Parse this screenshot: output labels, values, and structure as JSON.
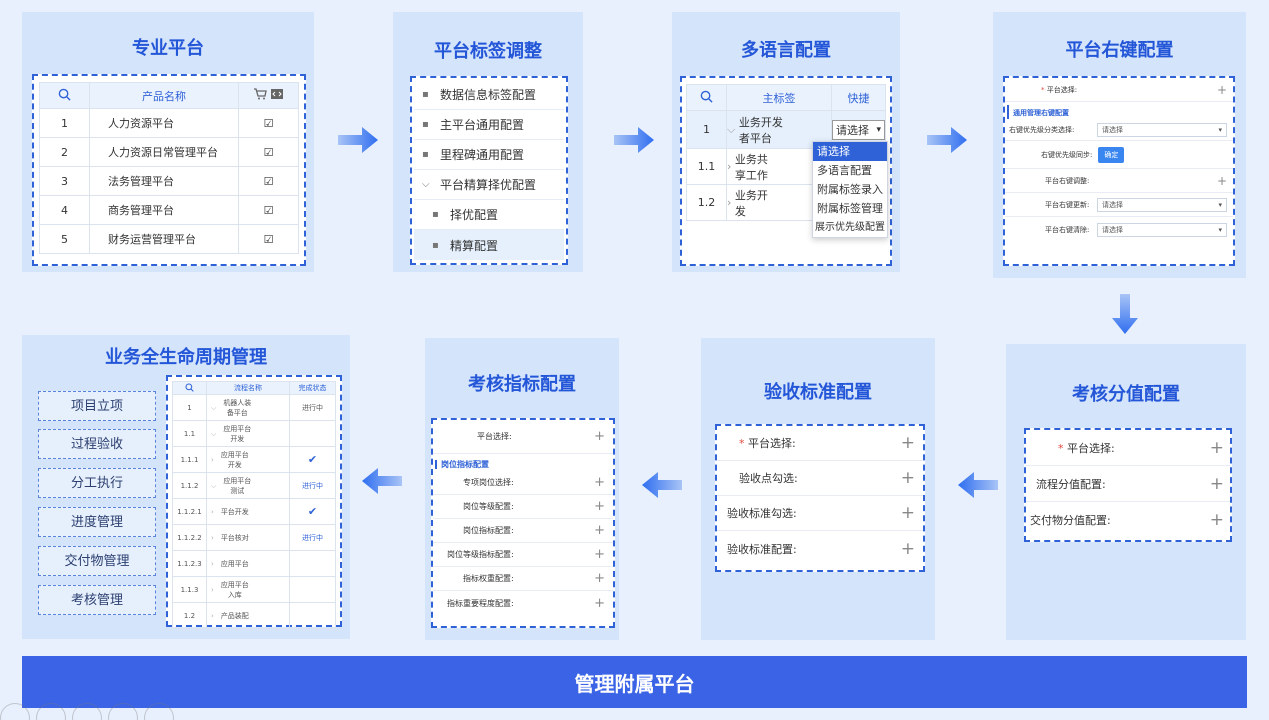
{
  "colors": {
    "accent": "#2f62d6",
    "bar": "#3a63e6",
    "panel": "#d4e4fb",
    "check": "#2f62d6",
    "required": "#e0463d"
  },
  "p1": {
    "title": "专业平台",
    "headers": [
      "产品名称"
    ],
    "rows": [
      {
        "no": "1",
        "name": "人力资源平台"
      },
      {
        "no": "2",
        "name": "人力资源日常管理平台"
      },
      {
        "no": "3",
        "name": "法务管理平台"
      },
      {
        "no": "4",
        "name": "商务管理平台"
      },
      {
        "no": "5",
        "name": "财务运营管理平台"
      }
    ]
  },
  "p2": {
    "title": "平台标签调整",
    "items": [
      "数据信息标签配置",
      "主平台通用配置",
      "里程碑通用配置",
      "平台精算择优配置",
      "择优配置",
      "精算配置"
    ]
  },
  "p3": {
    "title": "多语言配置",
    "headers": [
      "主标签",
      "快捷"
    ],
    "rows": [
      {
        "no": "1",
        "name": "业务开发者平台",
        "select": "请选择"
      },
      {
        "no": "1.1",
        "name": "业务共享工作"
      },
      {
        "no": "1.2",
        "name": "业务开发"
      }
    ],
    "dropdown": [
      "请选择",
      "多语言配置",
      "附属标签录入",
      "附属标签管理",
      "展示优先级配置"
    ]
  },
  "p4": {
    "title": "平台右键配置",
    "platform": "平台选择:",
    "section": "通用管理右键配置",
    "r1": "右键优先级分类选择:",
    "r1val": "请选择",
    "r2": "右键优先级同步:",
    "btn": "确定",
    "r3": "平台右键调整:",
    "r4": "平台右键更新:",
    "r4val": "请选择",
    "r5": "平台右键清除:",
    "r5val": "请选择"
  },
  "p5": {
    "title": "考核分值配置",
    "rows": [
      "平台选择:",
      "流程分值配置:",
      "交付物分值配置:"
    ]
  },
  "p6": {
    "title": "验收标准配置",
    "rows": [
      "平台选择:",
      "验收点勾选:",
      "验收标准勾选:",
      "验收标准配置:"
    ]
  },
  "p7": {
    "title": "考核指标配置",
    "platform": "平台选择:",
    "section": "岗位指标配置",
    "rows": [
      "专项岗位选择:",
      "岗位等级配置:",
      "岗位指标配置:",
      "岗位等级指标配置:",
      "指标权重配置:",
      "指标重要程度配置:"
    ]
  },
  "p8": {
    "title": "业务全生命周期管理",
    "boxes": [
      "项目立项",
      "过程验收",
      "分工执行",
      "进度管理",
      "交付物管理",
      "考核管理"
    ],
    "headers": [
      "流程名称",
      "完成状态"
    ],
    "rows": [
      {
        "no": "1",
        "name": "机器人装备平台",
        "status": "进行中",
        "check": false
      },
      {
        "no": "1.1",
        "name": "应用平台开发",
        "status": "",
        "check": false
      },
      {
        "no": "1.1.1",
        "name": "应用平台开发",
        "status": "",
        "check": true
      },
      {
        "no": "1.1.2",
        "name": "应用平台测试",
        "status": "进行中",
        "check": false
      },
      {
        "no": "1.1.2.1",
        "name": "平台开发",
        "status": "",
        "check": true
      },
      {
        "no": "1.1.2.2",
        "name": "平台核对",
        "status": "进行中",
        "check": false
      },
      {
        "no": "1.1.2.3",
        "name": "应用平台",
        "status": "",
        "check": false
      },
      {
        "no": "1.1.3",
        "name": "应用平台入库",
        "status": "",
        "check": false
      },
      {
        "no": "1.2",
        "name": "产品装配",
        "status": "",
        "check": false
      }
    ]
  },
  "footer": {
    "label": "管理附属平台"
  }
}
